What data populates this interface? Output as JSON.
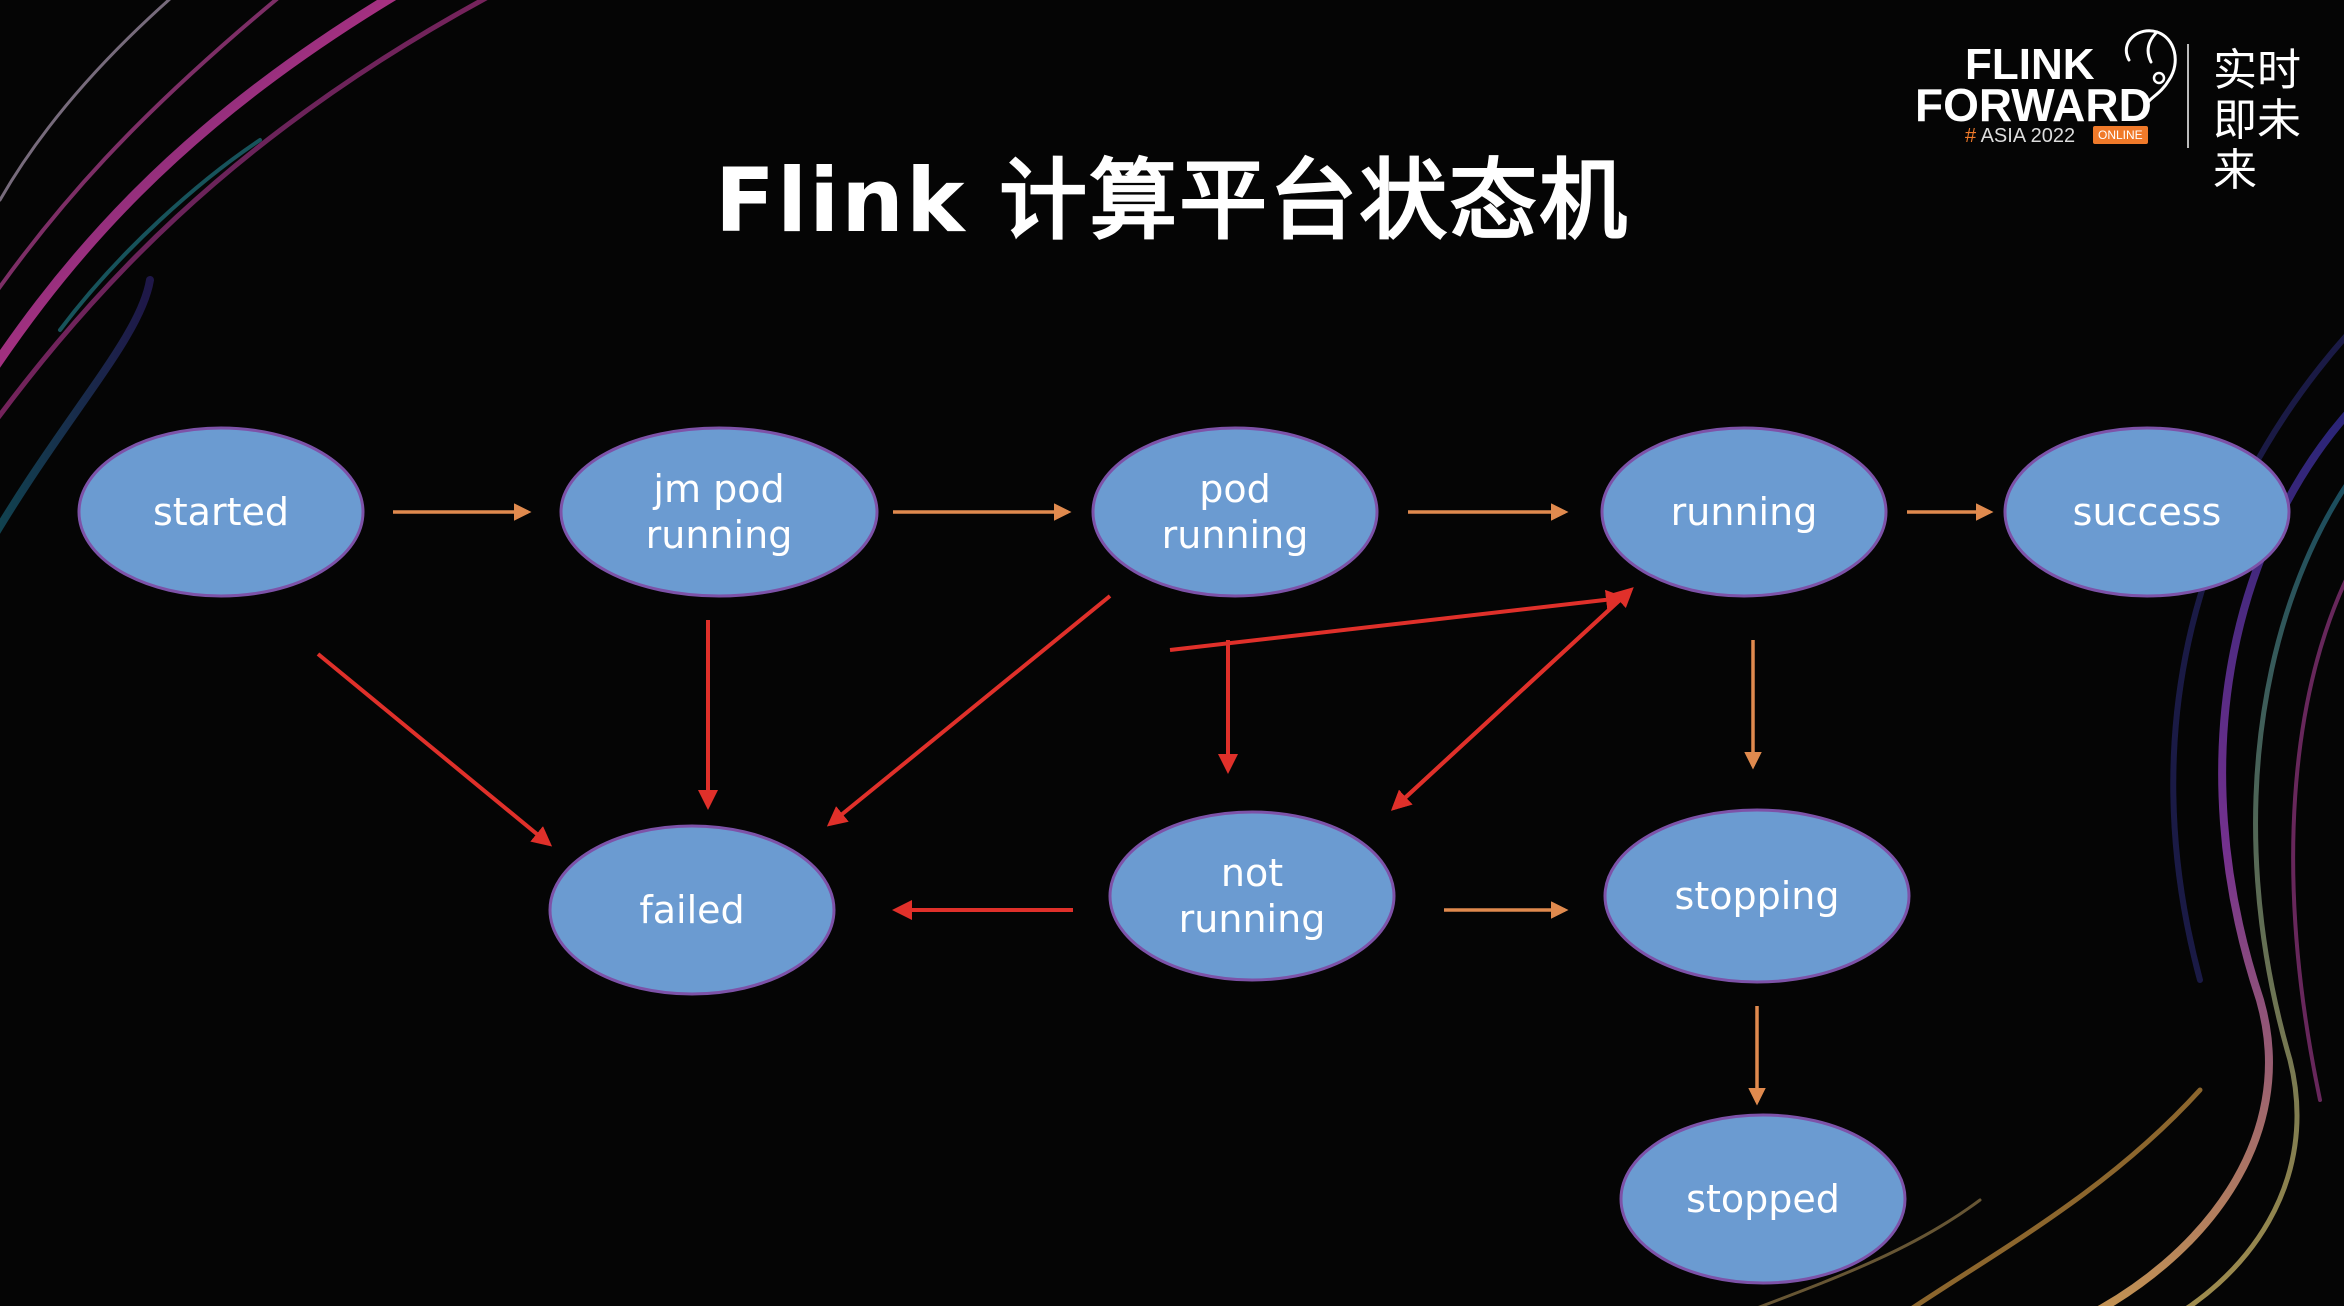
{
  "title": "Flink 计算平台状态机",
  "logo": {
    "line1": "FLINK",
    "line2": "FORWARD",
    "hash": "#",
    "sub": "ASIA 2022",
    "badge": "ONLINE",
    "slogan": "实时即未来"
  },
  "colors": {
    "background": "#050505",
    "node_fill": "#6b9bd1",
    "node_stroke": "#7d52a8",
    "arrow_orange": "#e08a4e",
    "arrow_red": "#e0302a",
    "text": "#ffffff"
  },
  "nodes": [
    {
      "id": "started",
      "lines": [
        "started"
      ]
    },
    {
      "id": "jm_pod_running",
      "lines": [
        "jm pod",
        "running"
      ]
    },
    {
      "id": "pod_running",
      "lines": [
        "pod",
        "running"
      ]
    },
    {
      "id": "running",
      "lines": [
        "running"
      ]
    },
    {
      "id": "success",
      "lines": [
        "success"
      ]
    },
    {
      "id": "failed",
      "lines": [
        "failed"
      ]
    },
    {
      "id": "not_running",
      "lines": [
        "not",
        "running"
      ]
    },
    {
      "id": "stopping",
      "lines": [
        "stopping"
      ]
    },
    {
      "id": "stopped",
      "lines": [
        "stopped"
      ]
    }
  ],
  "edges": [
    {
      "from": "started",
      "to": "jm_pod_running",
      "color": "orange"
    },
    {
      "from": "jm_pod_running",
      "to": "pod_running",
      "color": "orange"
    },
    {
      "from": "pod_running",
      "to": "running",
      "color": "orange"
    },
    {
      "from": "running",
      "to": "success",
      "color": "orange"
    },
    {
      "from": "started",
      "to": "failed",
      "color": "red"
    },
    {
      "from": "jm_pod_running",
      "to": "failed",
      "color": "red"
    },
    {
      "from": "pod_running",
      "to": "failed",
      "color": "red"
    },
    {
      "from": "pod_running",
      "to": "not_running",
      "color": "red"
    },
    {
      "from": "not_running",
      "to": "running",
      "color": "red"
    },
    {
      "from": "running",
      "to": "not_running",
      "color": "red"
    },
    {
      "from": "not_running",
      "to": "failed",
      "color": "red"
    },
    {
      "from": "not_running",
      "to": "stopping",
      "color": "orange"
    },
    {
      "from": "running",
      "to": "stopping",
      "color": "orange"
    },
    {
      "from": "stopping",
      "to": "stopped",
      "color": "orange"
    }
  ]
}
